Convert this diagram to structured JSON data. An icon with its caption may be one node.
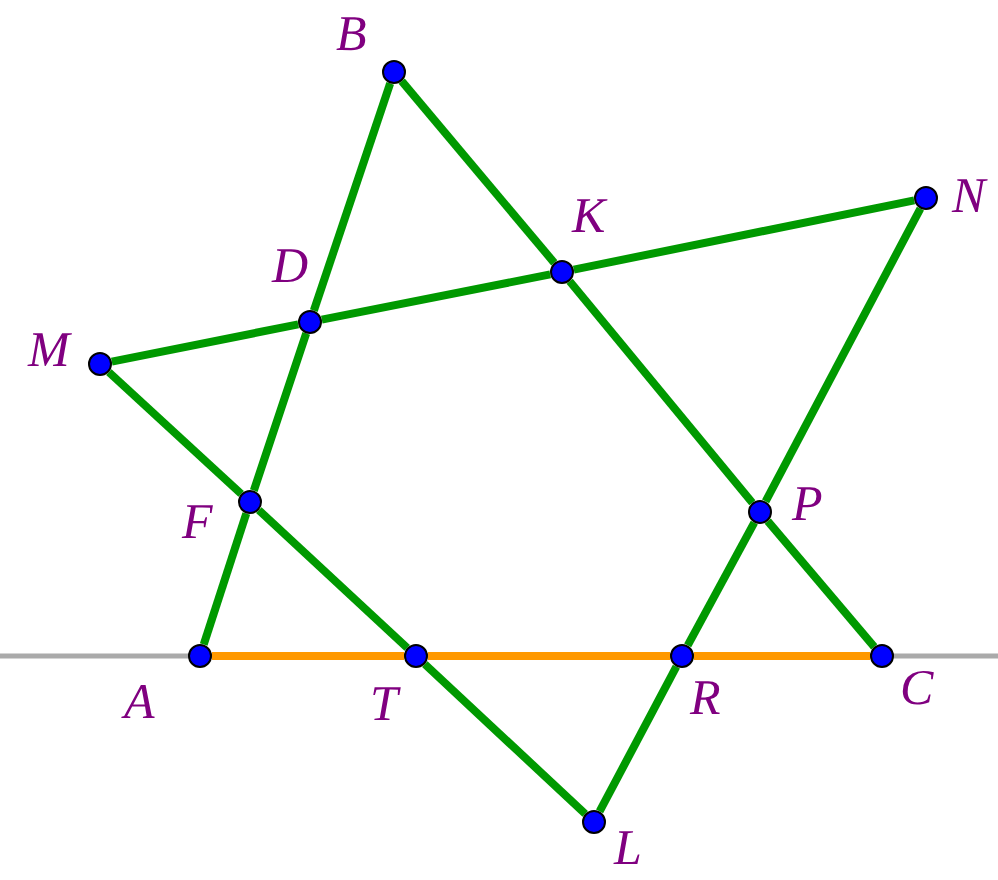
{
  "diagram": {
    "nodes": [
      {
        "text": [],
        "shape": "circle",
        "beside": [
          "B"
        ]
      },
      {
        "text": [],
        "shape": "circle",
        "beside": [
          "K"
        ]
      },
      {
        "text": [],
        "shape": "circle",
        "beside": [
          "N"
        ]
      },
      {
        "text": [],
        "shape": "circle",
        "beside": [
          "D"
        ]
      },
      {
        "text": [],
        "shape": "circle",
        "beside": [
          "M"
        ]
      },
      {
        "text": [],
        "shape": "circle",
        "beside": [
          "F"
        ]
      },
      {
        "text": [],
        "shape": "circle",
        "beside": [
          "P"
        ]
      },
      {
        "text": [],
        "shape": "circle",
        "beside": [
          "A"
        ]
      },
      {
        "text": [],
        "shape": "circle",
        "beside": [
          "T"
        ]
      },
      {
        "text": [],
        "shape": "circle",
        "beside": [
          "R"
        ]
      },
      {
        "text": [],
        "shape": "circle",
        "beside": [
          "C"
        ]
      },
      {
        "text": [],
        "shape": "circle",
        "beside": [
          "L"
        ]
      }
    ],
    "edges": [
      {
        "from": 7,
        "to": 5,
        "arrow": "none"
      },
      {
        "from": 5,
        "to": 3,
        "arrow": "none"
      },
      {
        "from": 3,
        "to": 0,
        "arrow": "none"
      },
      {
        "from": 0,
        "to": 1,
        "arrow": "none"
      },
      {
        "from": 1,
        "to": 6,
        "arrow": "none"
      },
      {
        "from": 6,
        "to": 10,
        "arrow": "none"
      },
      {
        "from": 4,
        "to": 3,
        "arrow": "none"
      },
      {
        "from": 3,
        "to": 1,
        "arrow": "none"
      },
      {
        "from": 1,
        "to": 2,
        "arrow": "none"
      },
      {
        "from": 4,
        "to": 5,
        "arrow": "none"
      },
      {
        "from": 5,
        "to": 8,
        "arrow": "none"
      },
      {
        "from": 8,
        "to": 11,
        "arrow": "none"
      },
      {
        "from": 11,
        "to": 9,
        "arrow": "none"
      },
      {
        "from": 9,
        "to": 6,
        "arrow": "none"
      },
      {
        "from": 6,
        "to": 2,
        "arrow": "none"
      },
      {
        "from": 7,
        "to": 8,
        "arrow": "none",
        "color": "#ff9900"
      },
      {
        "from": 8,
        "to": 9,
        "arrow": "none",
        "color": "#ff9900"
      },
      {
        "from": 9,
        "to": 10,
        "arrow": "none",
        "color": "#ff9900"
      }
    ]
  }
}
